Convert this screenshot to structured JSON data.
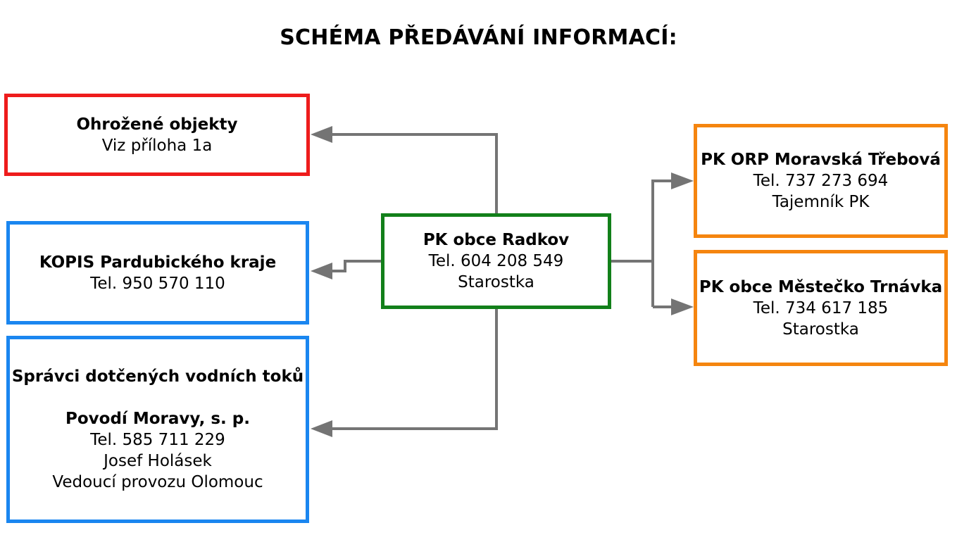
{
  "title": "SCHÉMA PŘEDÁVÁNÍ INFORMACÍ:",
  "colors": {
    "red": "#ee1c1c",
    "blue": "#1a86f0",
    "green": "#12801a",
    "orange": "#f5850f",
    "arrow": "#747474"
  },
  "nodes": {
    "radkov": {
      "name": "PK obce Radkov",
      "tel": "Tel. 604 208 549",
      "role": "Starostka"
    },
    "ohrozene": {
      "name": "Ohrožené objekty",
      "note": "Viz příloha 1a"
    },
    "kopis": {
      "name": "KOPIS Pardubického kraje",
      "tel": "Tel. 950 570 110"
    },
    "spravci": {
      "heading": "Správci dotčených vodních toků",
      "name": "Povodí Moravy, s. p.",
      "tel": "Tel. 585 711 229",
      "person": "Josef Holásek",
      "role": "Vedoucí provozu Olomouc"
    },
    "orp": {
      "name": "PK ORP Moravská Třebová",
      "tel": "Tel. 737 273 694",
      "role": "Tajemník PK"
    },
    "mestecko": {
      "name": "PK obce Městečko Trnávka",
      "tel": "Tel. 734 617 185",
      "role": "Starostka"
    }
  }
}
